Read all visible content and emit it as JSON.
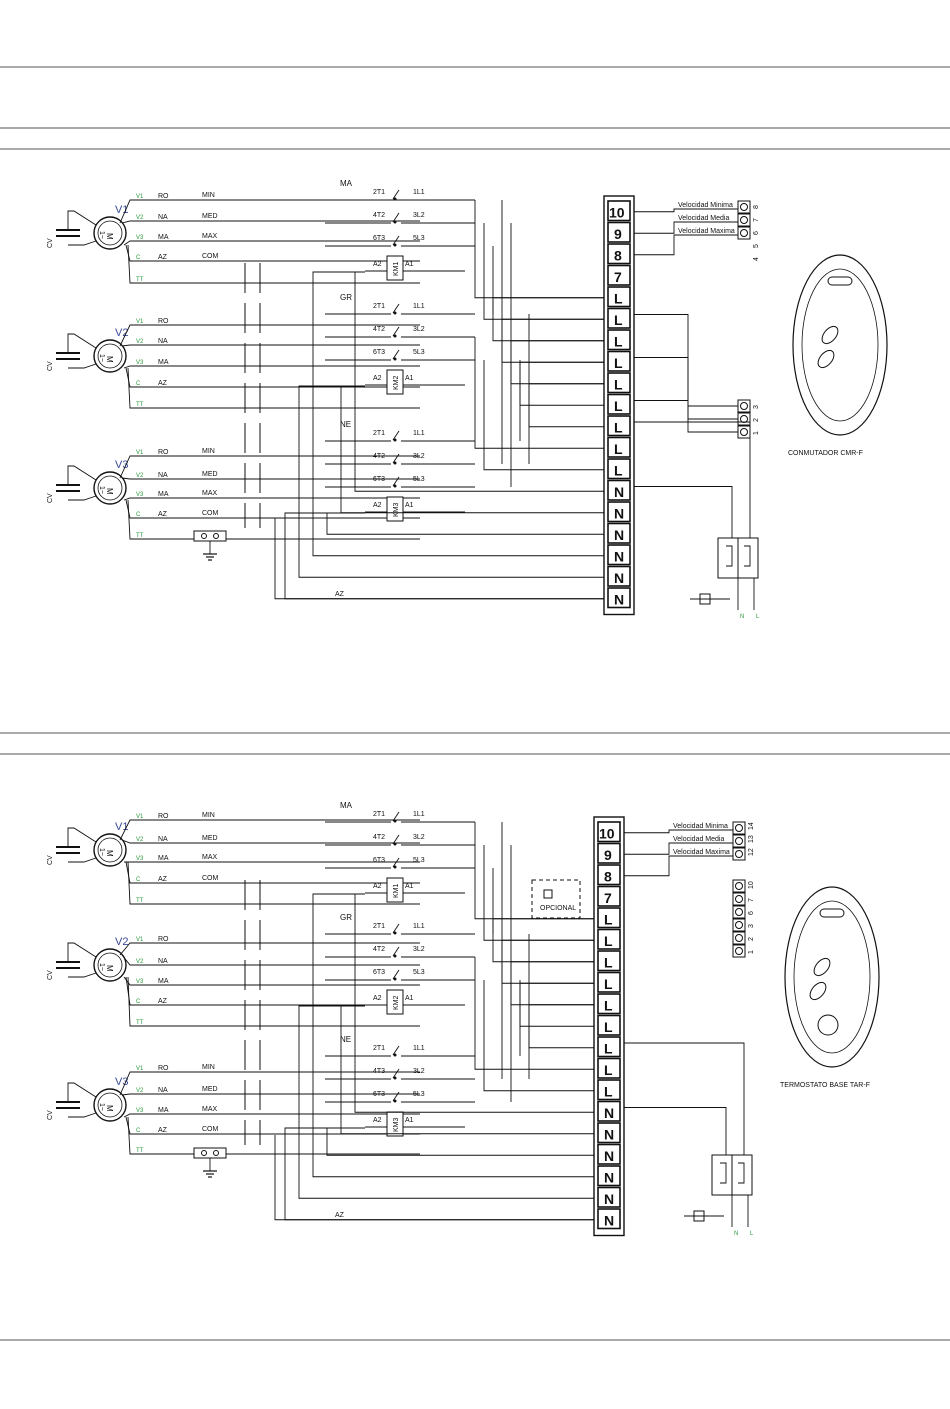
{
  "diagrams": [
    {
      "motors": [
        {
          "label": "V1",
          "capacitor": "CV",
          "symbol_top": "M",
          "symbol_bottom": "1~",
          "leads": [
            {
              "term": "V1",
              "color": "RO",
              "speed": "MIN"
            },
            {
              "term": "V2",
              "color": "NA",
              "speed": "MED"
            },
            {
              "term": "V3",
              "color": "MA",
              "speed": "MAX"
            },
            {
              "term": "C",
              "color": "AZ",
              "speed": "COM"
            },
            {
              "term": "TT",
              "color": "",
              "speed": ""
            }
          ]
        },
        {
          "label": "V2",
          "capacitor": "CV",
          "symbol_top": "M",
          "symbol_bottom": "1~",
          "leads": [
            {
              "term": "V1",
              "color": "RO",
              "speed": ""
            },
            {
              "term": "V2",
              "color": "NA",
              "speed": ""
            },
            {
              "term": "V3",
              "color": "MA",
              "speed": ""
            },
            {
              "term": "C",
              "color": "AZ",
              "speed": ""
            },
            {
              "term": "TT",
              "color": "",
              "speed": ""
            }
          ]
        },
        {
          "label": "V3",
          "capacitor": "CV",
          "symbol_top": "M",
          "symbol_bottom": "1~",
          "leads": [
            {
              "term": "V1",
              "color": "RO",
              "speed": "MIN"
            },
            {
              "term": "V2",
              "color": "NA",
              "speed": "MED"
            },
            {
              "term": "V3",
              "color": "MA",
              "speed": "MAX"
            },
            {
              "term": "C",
              "color": "AZ",
              "speed": "COM"
            },
            {
              "term": "TT",
              "color": "",
              "speed": ""
            }
          ]
        }
      ],
      "relays": [
        {
          "wire": "MA",
          "coil": "KM1",
          "contacts": [
            {
              "in": "2T1",
              "out": "1L1"
            },
            {
              "in": "4T2",
              "out": "3L2"
            },
            {
              "in": "6T3",
              "out": "5L3"
            }
          ],
          "a2": "A2",
          "a1": "A1"
        },
        {
          "wire": "GR",
          "coil": "KM2",
          "contacts": [
            {
              "in": "2T1",
              "out": "1L1"
            },
            {
              "in": "4T2",
              "out": "3L2"
            },
            {
              "in": "6T3",
              "out": "5L3"
            }
          ],
          "a2": "A2",
          "a1": "A1"
        },
        {
          "wire": "NE",
          "coil": "KM3",
          "contacts": [
            {
              "in": "2T1",
              "out": "1L1"
            },
            {
              "in": "4T2",
              "out": "3L2"
            },
            {
              "in": "6T3",
              "out": "5L3"
            }
          ],
          "a2": "A2",
          "a1": "A1"
        }
      ],
      "terminal_labels": [
        "10",
        "9",
        "8",
        "7",
        "L",
        "L",
        "L",
        "L",
        "L",
        "L",
        "L",
        "L",
        "L",
        "N",
        "N",
        "N",
        "N",
        "N",
        "N"
      ],
      "az_label": "AZ",
      "switch_labels": [
        "Velocidad Minima",
        "Velocidad Media",
        "Velocidad Maxima"
      ],
      "switch_numbers_top": [
        "8",
        "7",
        "6",
        "5",
        "4"
      ],
      "switch_numbers_bottom": [
        "3",
        "2",
        "1"
      ],
      "device_caption": "CONMUTADOR CMR-F",
      "supply_labels": [
        "N",
        "L"
      ],
      "optional_label": ""
    },
    {
      "motors": [
        {
          "label": "V1",
          "capacitor": "CV",
          "symbol_top": "M",
          "symbol_bottom": "1~",
          "leads": [
            {
              "term": "V1",
              "color": "RO",
              "speed": "MIN"
            },
            {
              "term": "V2",
              "color": "NA",
              "speed": "MED"
            },
            {
              "term": "V3",
              "color": "MA",
              "speed": "MAX"
            },
            {
              "term": "C",
              "color": "AZ",
              "speed": "COM"
            },
            {
              "term": "TT",
              "color": "",
              "speed": ""
            }
          ]
        },
        {
          "label": "V2",
          "capacitor": "CV",
          "symbol_top": "M",
          "symbol_bottom": "1~",
          "leads": [
            {
              "term": "V1",
              "color": "RO",
              "speed": ""
            },
            {
              "term": "V2",
              "color": "NA",
              "speed": ""
            },
            {
              "term": "V3",
              "color": "MA",
              "speed": ""
            },
            {
              "term": "C",
              "color": "AZ",
              "speed": ""
            },
            {
              "term": "TT",
              "color": "",
              "speed": ""
            }
          ]
        },
        {
          "label": "V3",
          "capacitor": "CV",
          "symbol_top": "M",
          "symbol_bottom": "1~",
          "leads": [
            {
              "term": "V1",
              "color": "RO",
              "speed": "MIN"
            },
            {
              "term": "V2",
              "color": "NA",
              "speed": "MED"
            },
            {
              "term": "V3",
              "color": "MA",
              "speed": "MAX"
            },
            {
              "term": "C",
              "color": "AZ",
              "speed": "COM"
            },
            {
              "term": "TT",
              "color": "",
              "speed": ""
            }
          ]
        }
      ],
      "relays": [
        {
          "wire": "MA",
          "coil": "KM1",
          "contacts": [
            {
              "in": "2T1",
              "out": "1L1"
            },
            {
              "in": "4T2",
              "out": "3L2"
            },
            {
              "in": "6T3",
              "out": "5L3"
            }
          ],
          "a2": "A2",
          "a1": "A1"
        },
        {
          "wire": "GR",
          "coil": "KM2",
          "contacts": [
            {
              "in": "2T1",
              "out": "1L1"
            },
            {
              "in": "4T2",
              "out": "3L2"
            },
            {
              "in": "6T3",
              "out": "5L3"
            }
          ],
          "a2": "A2",
          "a1": "A1"
        },
        {
          "wire": "NE",
          "coil": "KM3",
          "contacts": [
            {
              "in": "2T1",
              "out": "1L1"
            },
            {
              "in": "4T3",
              "out": "3L2"
            },
            {
              "in": "6T3",
              "out": "5L3"
            }
          ],
          "a2": "A2",
          "a1": "A1"
        }
      ],
      "terminal_labels": [
        "10",
        "9",
        "8",
        "7",
        "L",
        "L",
        "L",
        "L",
        "L",
        "L",
        "L",
        "L",
        "L",
        "N",
        "N",
        "N",
        "N",
        "N",
        "N"
      ],
      "az_label": "AZ",
      "switch_labels": [
        "Velocidad Minima",
        "Velocidad Media",
        "Velocidad Maxima"
      ],
      "switch_numbers_top": [
        "14",
        "13",
        "12"
      ],
      "switch_numbers_mid": [
        "10",
        "7",
        "6",
        "3",
        "2",
        "1"
      ],
      "device_caption": "TERMOSTATO BASE TAR-F",
      "supply_labels": [
        "N",
        "L"
      ],
      "optional_label": "OPCIONAL"
    }
  ]
}
